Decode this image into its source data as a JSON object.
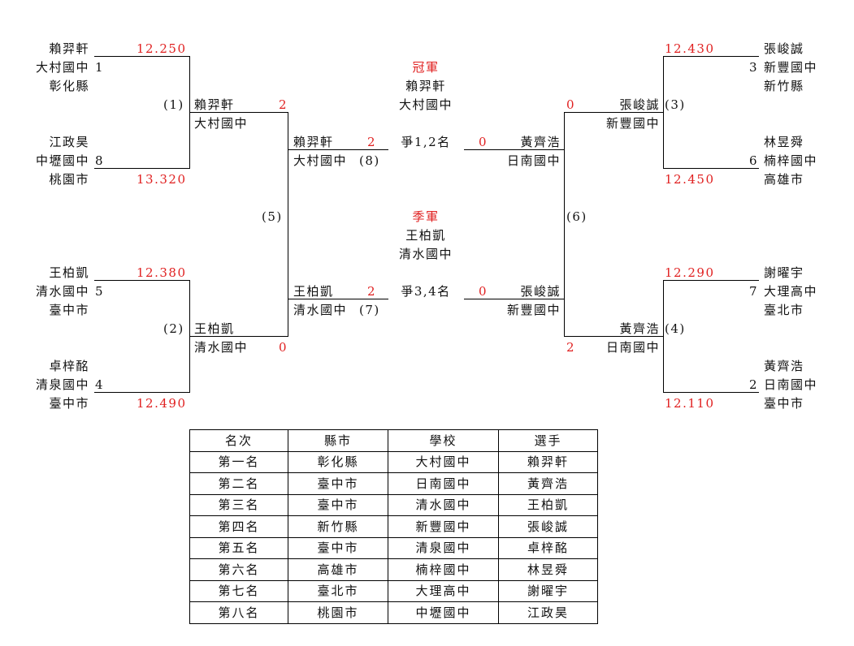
{
  "left": {
    "p1": {
      "name": "賴羿軒",
      "school": "大村國中",
      "seed": "1",
      "county": "彰化縣",
      "score": "12.250"
    },
    "p8": {
      "name": "江政昊",
      "school": "中壢國中",
      "seed": "8",
      "county": "桃園市",
      "score": "13.320"
    },
    "p5": {
      "name": "王柏凱",
      "school": "清水國中",
      "seed": "5",
      "county": "臺中市",
      "score": "12.380"
    },
    "p4": {
      "name": "卓梓酩",
      "school": "清泉國中",
      "seed": "4",
      "county": "臺中市",
      "score": "12.490"
    },
    "m1": {
      "label": "(1)",
      "name": "賴羿軒",
      "school": "大村國中",
      "score": "2"
    },
    "m2": {
      "label": "(2)",
      "name": "王柏凱",
      "school": "清水國中",
      "score": "0"
    },
    "m5": {
      "label": "(5)"
    },
    "s1": {
      "name": "賴羿軒",
      "school": "大村國中",
      "score": "2",
      "label": "(8)"
    },
    "s2": {
      "name": "王柏凱",
      "school": "清水國中",
      "score": "2",
      "label": "(7)"
    }
  },
  "right": {
    "p3": {
      "name": "張峻誠",
      "school": "新豐國中",
      "seed": "3",
      "county": "新竹縣",
      "score": "12.430"
    },
    "p6": {
      "name": "林昱舜",
      "school": "楠梓國中",
      "seed": "6",
      "county": "高雄市",
      "score": "12.450"
    },
    "p7": {
      "name": "謝曜宇",
      "school": "大理高中",
      "seed": "7",
      "county": "臺北市",
      "score": "12.290"
    },
    "p2": {
      "name": "黃齊浩",
      "school": "日南國中",
      "seed": "2",
      "county": "臺中市",
      "score": "12.110"
    },
    "m3": {
      "label": "(3)",
      "name": "張峻誠",
      "school": "新豐國中",
      "score": "0"
    },
    "m4": {
      "label": "(4)",
      "name": "黃齊浩",
      "school": "日南國中",
      "score": "2"
    },
    "m6": {
      "label": "(6)"
    },
    "s1": {
      "name": "黃齊浩",
      "school": "日南國中",
      "score": "0"
    },
    "s2": {
      "name": "張峻誠",
      "school": "新豐國中",
      "score": "0"
    }
  },
  "center": {
    "champion_label": "冠軍",
    "champion_name": "賴羿軒",
    "champion_school": "大村國中",
    "final_label": "爭1,2名",
    "bronze_label": "季軍",
    "bronze_name": "王柏凱",
    "bronze_school": "清水國中",
    "third_label": "爭3,4名"
  },
  "colors": {
    "accent": "#e02020",
    "line": "#000000"
  },
  "ranking": {
    "headers": [
      "名次",
      "縣市",
      "學校",
      "選手"
    ],
    "rows": [
      [
        "第一名",
        "彰化縣",
        "大村國中",
        "賴羿軒"
      ],
      [
        "第二名",
        "臺中市",
        "日南國中",
        "黃齊浩"
      ],
      [
        "第三名",
        "臺中市",
        "清水國中",
        "王柏凱"
      ],
      [
        "第四名",
        "新竹縣",
        "新豐國中",
        "張峻誠"
      ],
      [
        "第五名",
        "臺中市",
        "清泉國中",
        "卓梓酩"
      ],
      [
        "第六名",
        "高雄市",
        "楠梓國中",
        "林昱舜"
      ],
      [
        "第七名",
        "臺北市",
        "大理高中",
        "謝曜宇"
      ],
      [
        "第八名",
        "桃園市",
        "中壢國中",
        "江政昊"
      ]
    ]
  }
}
